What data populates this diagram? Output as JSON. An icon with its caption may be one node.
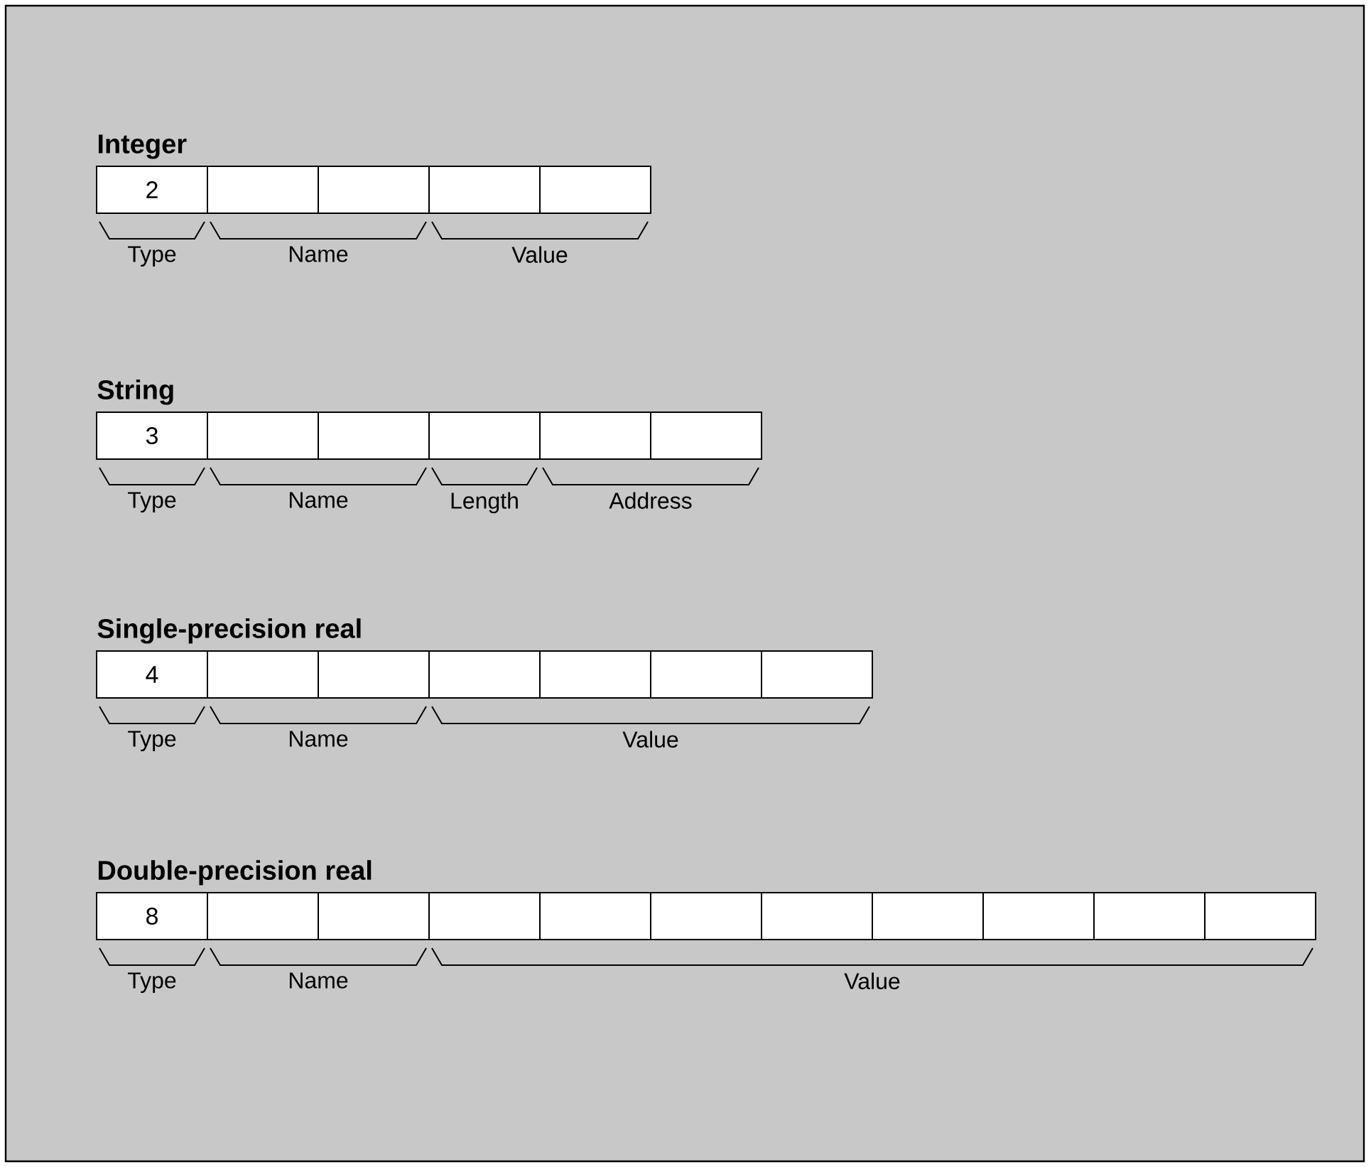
{
  "diagram": {
    "nodes": [
      {
        "text": [
          "2"
        ]
      },
      {
        "text": [],
        "shape": "box"
      },
      {
        "text": [],
        "shape": "box"
      },
      {
        "text": [],
        "shape": "box"
      },
      {
        "text": [],
        "shape": "box"
      },
      {
        "text": [
          "3"
        ]
      },
      {
        "text": [],
        "shape": "box"
      },
      {
        "text": [],
        "shape": "box"
      },
      {
        "text": [],
        "shape": "box"
      },
      {
        "text": [],
        "shape": "box"
      },
      {
        "text": [],
        "shape": "box"
      },
      {
        "text": [
          "4"
        ]
      },
      {
        "text": [],
        "shape": "box"
      },
      {
        "text": [],
        "shape": "box"
      },
      {
        "text": [],
        "shape": "box"
      },
      {
        "text": [],
        "shape": "box"
      },
      {
        "text": [],
        "shape": "box"
      },
      {
        "text": [],
        "shape": "box"
      },
      {
        "text": [
          "8"
        ]
      },
      {
        "text": [],
        "shape": "box"
      },
      {
        "text": [],
        "shape": "box"
      },
      {
        "text": [],
        "shape": "box"
      },
      {
        "text": [],
        "shape": "box"
      },
      {
        "text": [],
        "shape": "box"
      },
      {
        "text": [],
        "shape": "box"
      },
      {
        "text": [],
        "shape": "box"
      },
      {
        "text": [],
        "shape": "box"
      },
      {
        "text": [],
        "shape": "box"
      },
      {
        "text": [],
        "shape": "box"
      }
    ],
    "labels": [
      "Integer",
      "Type",
      "Name",
      "Value",
      "String",
      "Type",
      "Name",
      "Length",
      "Address",
      "Single-precision real",
      "Type",
      "Name",
      "Value",
      "Double-precision real",
      "Type",
      "Name",
      "Value"
    ]
  }
}
